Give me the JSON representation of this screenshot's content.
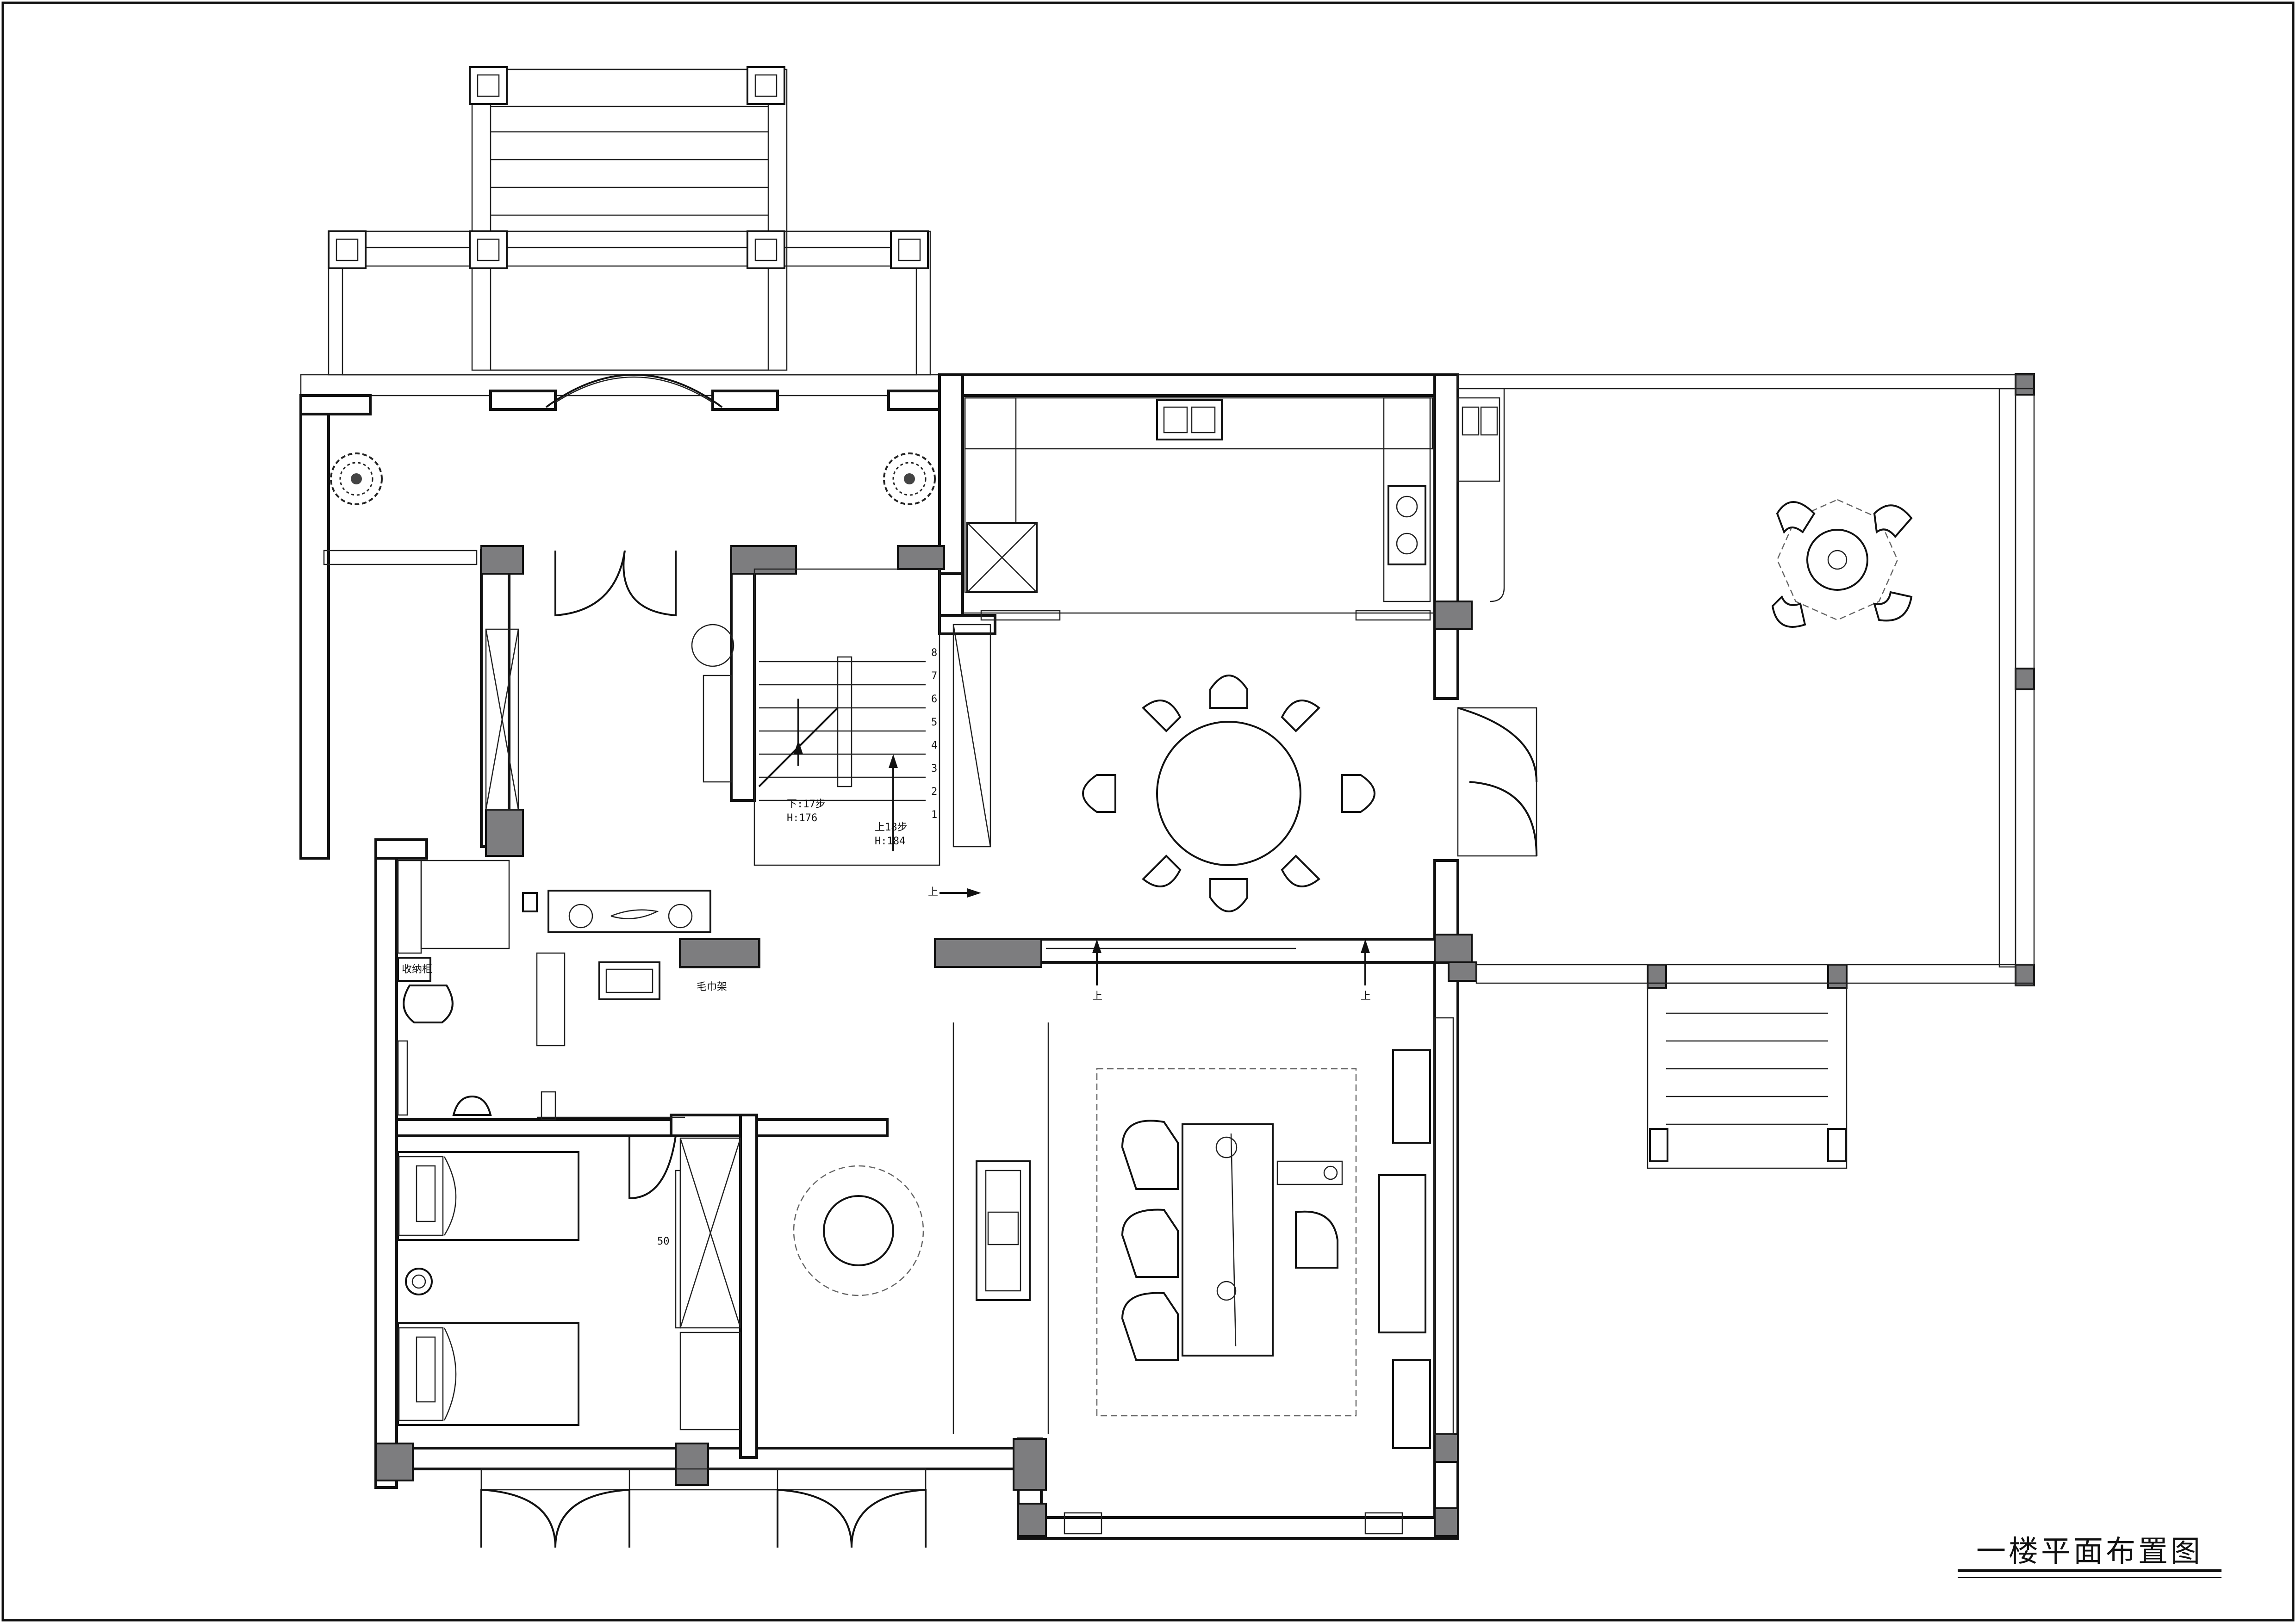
{
  "drawing": {
    "title": "一楼平面布置图"
  },
  "stairs": {
    "down_label": "下:17步",
    "down_height": "H:176",
    "up_label": "上18步",
    "up_height": "H:184",
    "step_numbers": [
      "8",
      "7",
      "6",
      "5",
      "4",
      "3",
      "2",
      "1"
    ]
  },
  "markers": {
    "up_1": "上",
    "up_2": "上",
    "up_3": "上"
  },
  "small_labels": {
    "cabinet_a": "收纳柜",
    "cabinet_b": "毛巾架",
    "door_width": "50"
  }
}
